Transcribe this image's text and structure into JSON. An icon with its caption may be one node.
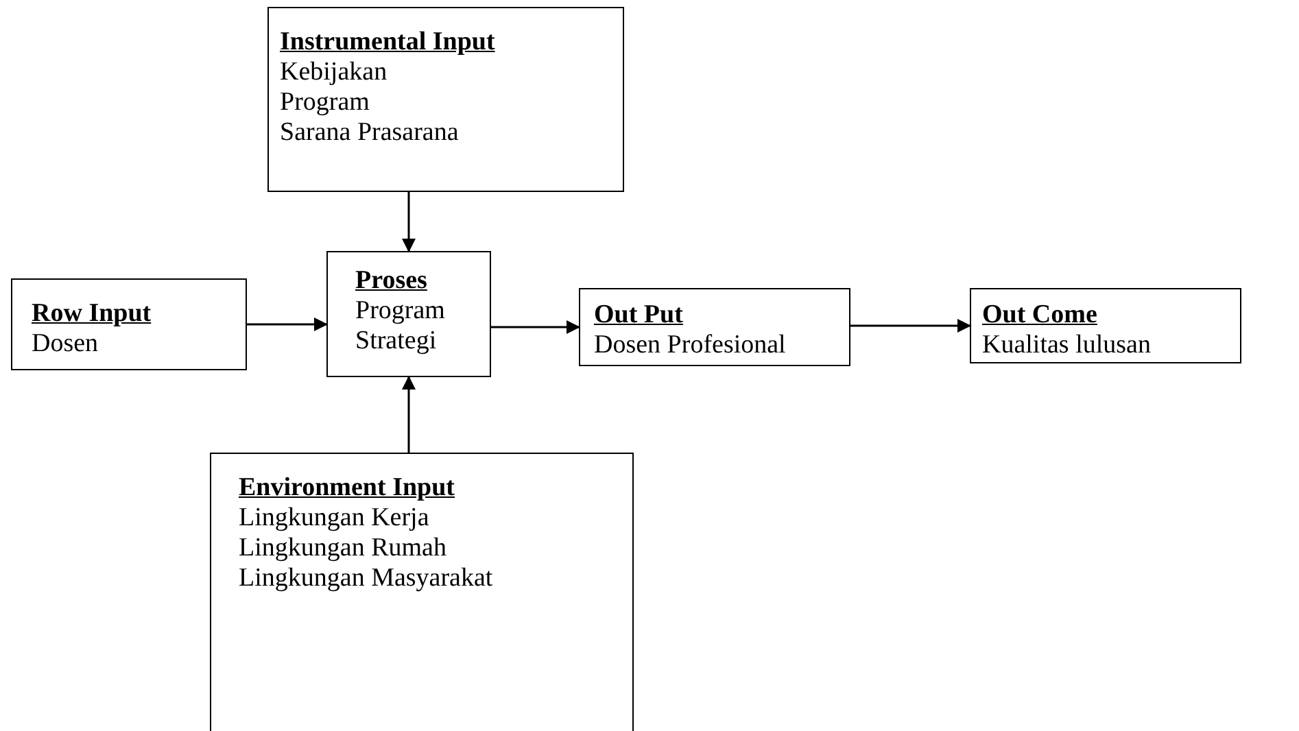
{
  "diagram": {
    "nodes": [
      {
        "text": [
          "Instrumental Input",
          "Kebijakan",
          "Program",
          "Sarana Prasarana"
        ]
      },
      {
        "text": [
          "Row Input",
          "Dosen"
        ]
      },
      {
        "text": [
          "Proses",
          "Program",
          "Strategi"
        ]
      },
      {
        "text": [
          "Out Put",
          "Dosen Profesional"
        ]
      },
      {
        "text": [
          "Out Come",
          "Kualitas lulusan"
        ]
      },
      {
        "text": [
          "Environment Input",
          "Lingkungan Kerja",
          "Lingkungan Rumah",
          "Lingkungan Masyarakat"
        ]
      }
    ],
    "edges": [
      {
        "from": 0,
        "to": 2,
        "arrow": "to"
      },
      {
        "from": 1,
        "to": 2,
        "arrow": "to"
      },
      {
        "from": 2,
        "to": 3,
        "arrow": "to"
      },
      {
        "from": 3,
        "to": 4,
        "arrow": "to"
      },
      {
        "from": 5,
        "to": 2,
        "arrow": "to"
      }
    ]
  }
}
